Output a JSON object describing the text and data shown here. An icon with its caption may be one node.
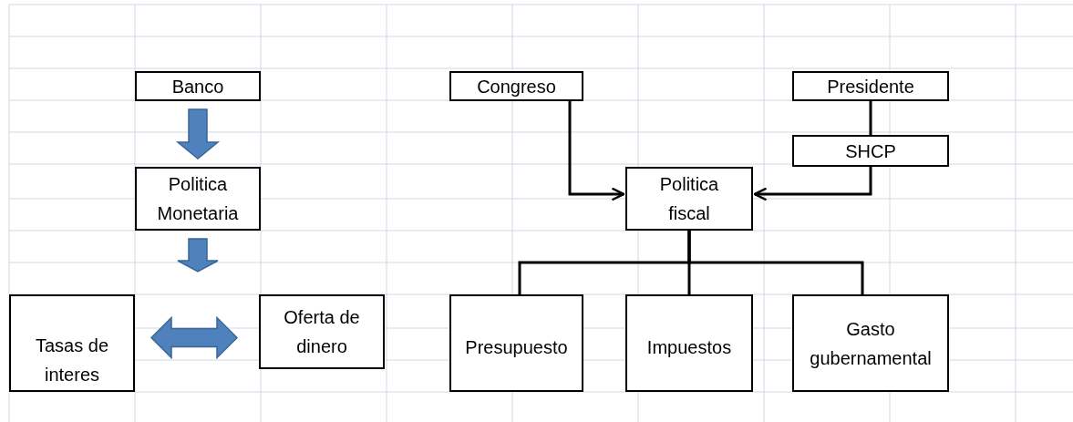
{
  "diagram": {
    "nodes": [
      {
        "text": [
          "Banco"
        ]
      },
      {
        "text": [
          "Politica Monetaria"
        ]
      },
      {
        "text": [
          "Tasas de interes"
        ]
      },
      {
        "text": [
          "Oferta de dinero"
        ]
      },
      {
        "text": [
          "Congreso"
        ]
      },
      {
        "text": [
          "Presidente"
        ]
      },
      {
        "text": [
          "SHCP"
        ]
      },
      {
        "text": [
          "Politica fiscal"
        ]
      },
      {
        "text": [
          "Presupuesto"
        ]
      },
      {
        "text": [
          "Impuestos"
        ]
      },
      {
        "text": [
          "Gasto gubernamental"
        ]
      }
    ],
    "edges": [
      {
        "from": 0,
        "to": 1,
        "arrow": "to",
        "style": "thick",
        "color": "#4f81bd"
      },
      {
        "from": 1,
        "to": null,
        "arrow": "to",
        "style": "thick",
        "color": "#4f81bd"
      },
      {
        "from": 2,
        "to": 3,
        "arrow": "both",
        "style": "thick",
        "color": "#4f81bd"
      },
      {
        "from": 4,
        "to": 7,
        "arrow": "to"
      },
      {
        "from": 5,
        "to": 6,
        "arrow": "none"
      },
      {
        "from": 6,
        "to": 7,
        "arrow": "to"
      },
      {
        "from": 7,
        "to": 8,
        "arrow": "none"
      },
      {
        "from": 7,
        "to": 9,
        "arrow": "none"
      },
      {
        "from": 7,
        "to": 10,
        "arrow": "none"
      }
    ]
  }
}
